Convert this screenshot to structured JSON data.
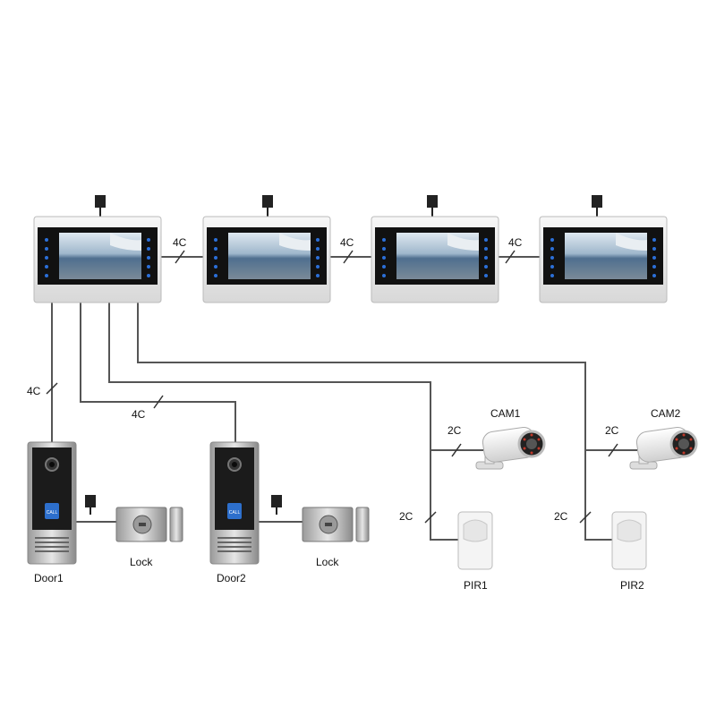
{
  "wire_labels": {
    "monitor_1_2": "4C",
    "monitor_2_3": "4C",
    "monitor_3_4": "4C",
    "door1": "4C",
    "door2": "4C",
    "cam1": "2C",
    "pir1": "2C",
    "cam2": "2C",
    "pir2": "2C"
  },
  "device_labels": {
    "door1": "Door1",
    "lock1": "Lock",
    "door2": "Door2",
    "lock2": "Lock",
    "cam1": "CAM1",
    "pir1": "PIR1",
    "cam2": "CAM2",
    "pir2": "PIR2"
  },
  "doorbell_button_text": "CALL"
}
